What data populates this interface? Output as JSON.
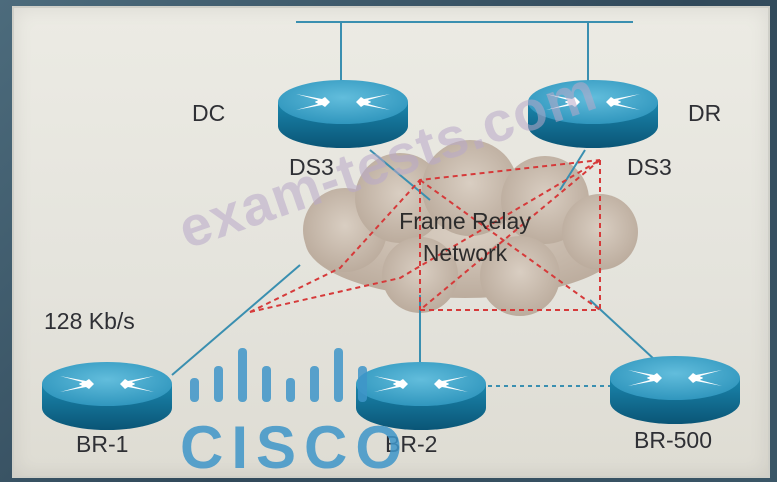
{
  "nodes": {
    "dc_label": "DC",
    "dr_label": "DR",
    "dc_router_label": "DS3",
    "dr_router_label": "DS3",
    "br1_label": "BR-1",
    "br2_label": "BR-2",
    "br500_label": "BR-500"
  },
  "cloud": {
    "line1": "Frame Relay",
    "line2": "Network"
  },
  "link_speed": "128 Kb/s",
  "watermark": "exam-tests.com",
  "logo": "CISCO",
  "colors": {
    "router_top": "#3fa4c8",
    "router_side": "#0f6f95",
    "line": "#3a8fb0",
    "pvc": "#d63a3a",
    "cloud": "#cdbfb1"
  }
}
